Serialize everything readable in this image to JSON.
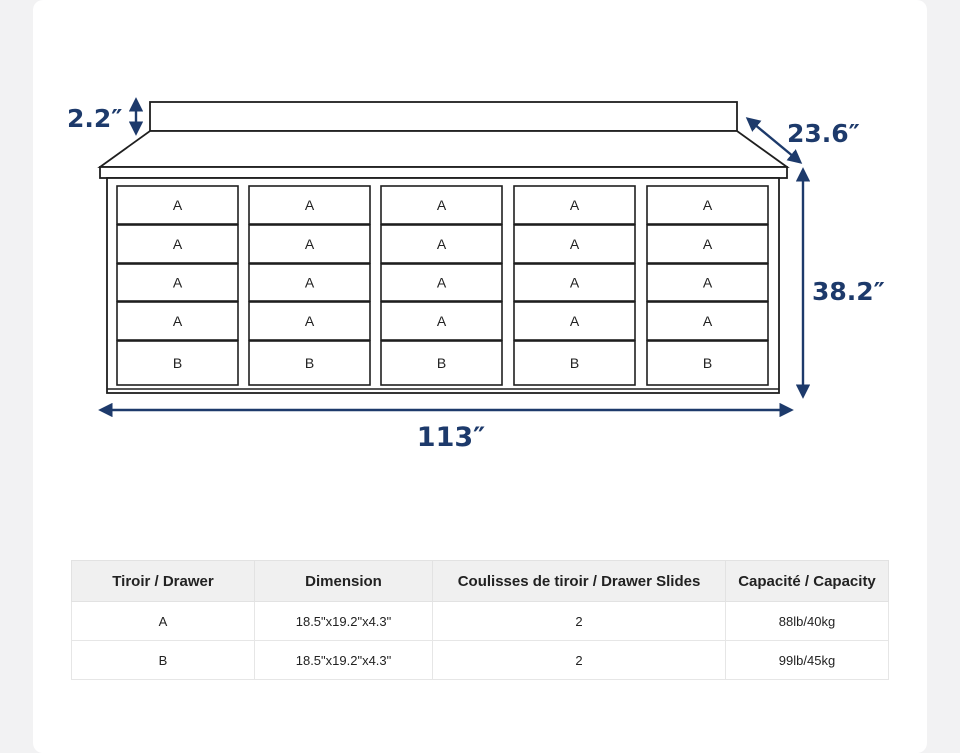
{
  "diagram": {
    "dimensions": {
      "backsplash_height": "2.2″",
      "depth": "23.6″",
      "height": "38.2″",
      "width": "113″"
    },
    "columns": [
      [
        "A",
        "A",
        "A",
        "A",
        "B"
      ],
      [
        "A",
        "A",
        "A",
        "A",
        "B"
      ],
      [
        "A",
        "A",
        "A",
        "A",
        "B"
      ],
      [
        "A",
        "A",
        "A",
        "A",
        "B"
      ],
      [
        "A",
        "A",
        "A",
        "A",
        "B"
      ]
    ],
    "line_color": "#1f1f1f",
    "dimension_color": "#1d3a6b"
  },
  "table": {
    "headers": [
      "Tiroir / Drawer",
      "Dimension",
      "Coulisses de tiroir / Drawer Slides",
      "Capacité / Capacity"
    ],
    "rows": [
      [
        "A",
        "18.5\"x19.2\"x4.3\"",
        "2",
        "88lb/40kg"
      ],
      [
        "B",
        "18.5\"x19.2\"x4.3\"",
        "2",
        "99lb/45kg"
      ]
    ]
  }
}
